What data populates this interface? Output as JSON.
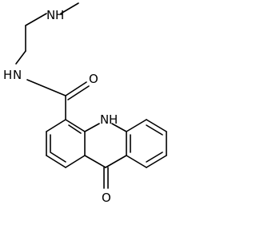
{
  "molecule": {
    "labels": {
      "amine_n": "N",
      "amine_h": "H",
      "amide_n": "N",
      "amide_h": "H",
      "ring_n": "N",
      "ring_h": "H",
      "carbonyl_o": "O",
      "ketone_o": "O"
    },
    "colors": {
      "ink": "#000000",
      "background": "#ffffff"
    }
  }
}
